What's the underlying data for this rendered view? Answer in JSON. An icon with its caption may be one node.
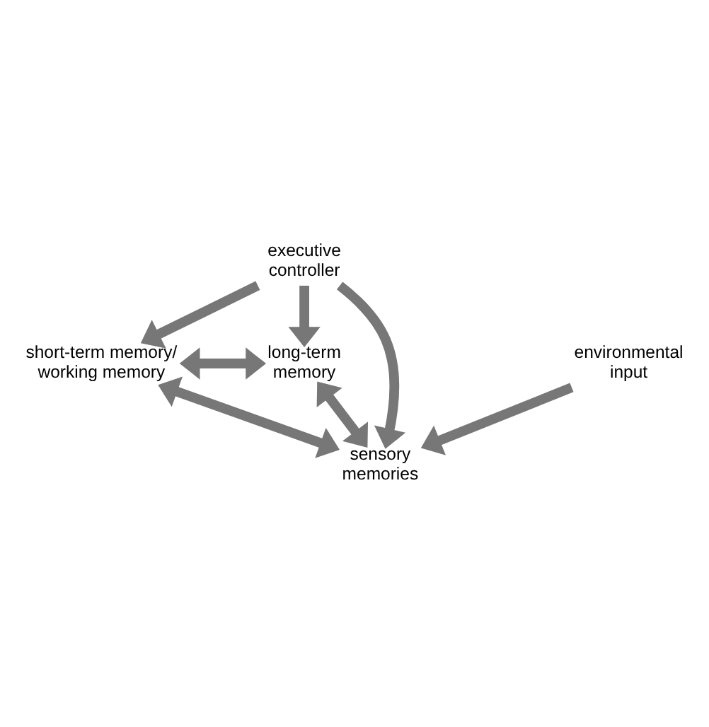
{
  "diagram": {
    "nodes": [
      {
        "text": [
          "short-term memory/ working memory"
        ]
      },
      {
        "text": [
          "long-term memory"
        ]
      },
      {
        "text": [
          "executive controller"
        ]
      },
      {
        "text": [
          "sensory memories"
        ]
      },
      {
        "text": [
          "environmental input"
        ]
      }
    ],
    "edges": [
      {
        "from": 0,
        "to": 1,
        "arrow": "both"
      },
      {
        "from": 2,
        "to": 0,
        "arrow": "to"
      },
      {
        "from": 2,
        "to": 1,
        "arrow": "to"
      },
      {
        "from": 3,
        "to": 0,
        "arrow": "both"
      },
      {
        "from": 1,
        "to": 3,
        "arrow": "both"
      },
      {
        "from": 2,
        "to": 3,
        "arrow": "to"
      },
      {
        "from": 4,
        "to": 3,
        "arrow": "to"
      }
    ]
  }
}
